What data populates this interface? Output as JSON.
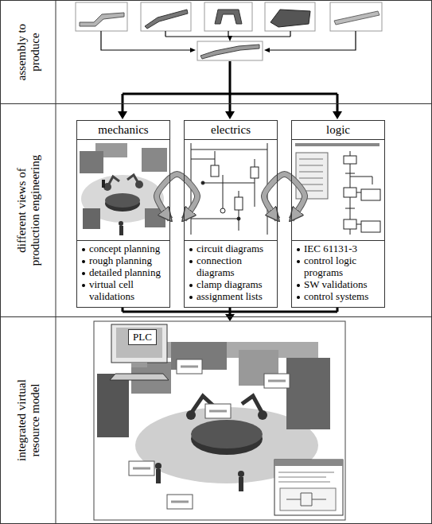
{
  "diagram": {
    "nodes": [
      {
        "text": [
          "assembly to produce"
        ]
      },
      {
        "text": [
          "different views of production engineering"
        ]
      },
      {
        "text": [
          "integrated virtual resource model"
        ]
      },
      {
        "text": [
          "mechanics",
          "concept planning",
          "rough planning",
          "detailed planning",
          "virtual cell validations"
        ],
        "in": 1
      },
      {
        "text": [
          "electrics",
          "circuit diagrams",
          "connection diagrams",
          "clamp diagrams",
          "assignment lists"
        ],
        "in": 1
      },
      {
        "text": [
          "logic",
          "IEC 61131-3",
          "control logic programs",
          "SW validations",
          "control systems"
        ],
        "in": 1
      },
      {
        "text": [
          "PLC"
        ],
        "in": 2
      }
    ],
    "edges": [
      {
        "from": 3,
        "to": 4,
        "arrow": "both"
      },
      {
        "from": 4,
        "to": 5,
        "arrow": "both"
      }
    ]
  }
}
